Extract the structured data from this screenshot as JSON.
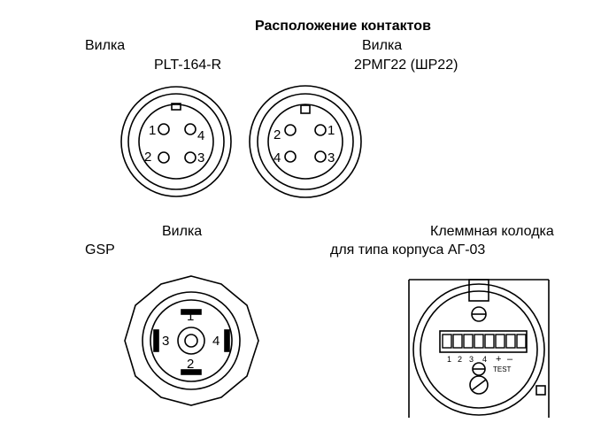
{
  "title": "Расположение контактов",
  "plt": {
    "kind": "Вилка",
    "model": "PLT-164-R",
    "pins": [
      "1",
      "2",
      "3",
      "4"
    ]
  },
  "rmg": {
    "kind": "Вилка",
    "model": "2РМГ22 (ШР22)",
    "pins": [
      "1",
      "2",
      "3",
      "4"
    ]
  },
  "gsp": {
    "kind": "Вилка",
    "model": "GSP",
    "pins": [
      "1",
      "2",
      "3",
      "4"
    ]
  },
  "terminal": {
    "title": "Клеммная колодка",
    "subtitle": "для типа корпуса АГ-03",
    "terminal_labels": [
      "1",
      "2",
      "3",
      "4",
      "+",
      "–"
    ],
    "test_label": "TEST"
  }
}
